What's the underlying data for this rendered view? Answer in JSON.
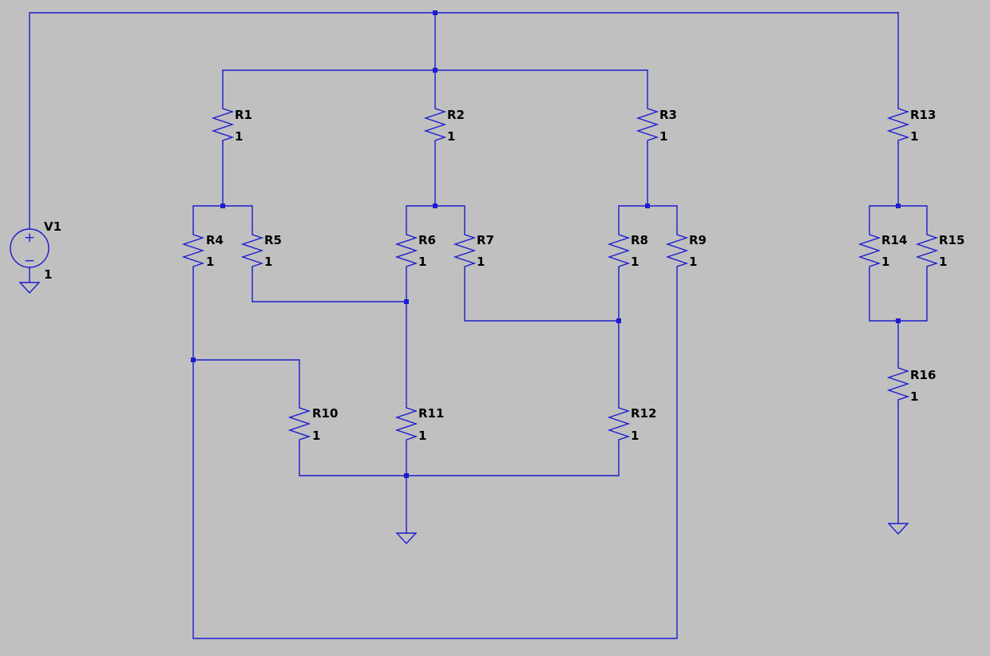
{
  "schematic": {
    "source": {
      "name": "V1",
      "value": "1",
      "plus_symbol": "+",
      "minus_symbol": "−"
    },
    "resistors": [
      {
        "name": "R1",
        "value": "1"
      },
      {
        "name": "R2",
        "value": "1"
      },
      {
        "name": "R3",
        "value": "1"
      },
      {
        "name": "R4",
        "value": "1"
      },
      {
        "name": "R5",
        "value": "1"
      },
      {
        "name": "R6",
        "value": "1"
      },
      {
        "name": "R7",
        "value": "1"
      },
      {
        "name": "R8",
        "value": "1"
      },
      {
        "name": "R9",
        "value": "1"
      },
      {
        "name": "R10",
        "value": "1"
      },
      {
        "name": "R11",
        "value": "1"
      },
      {
        "name": "R12",
        "value": "1"
      },
      {
        "name": "R13",
        "value": "1"
      },
      {
        "name": "R14",
        "value": "1"
      },
      {
        "name": "R15",
        "value": "1"
      },
      {
        "name": "R16",
        "value": "1"
      }
    ],
    "colors": {
      "background": "#c0c0c0",
      "wire": "#1c1cd0",
      "label": "#000000"
    }
  }
}
